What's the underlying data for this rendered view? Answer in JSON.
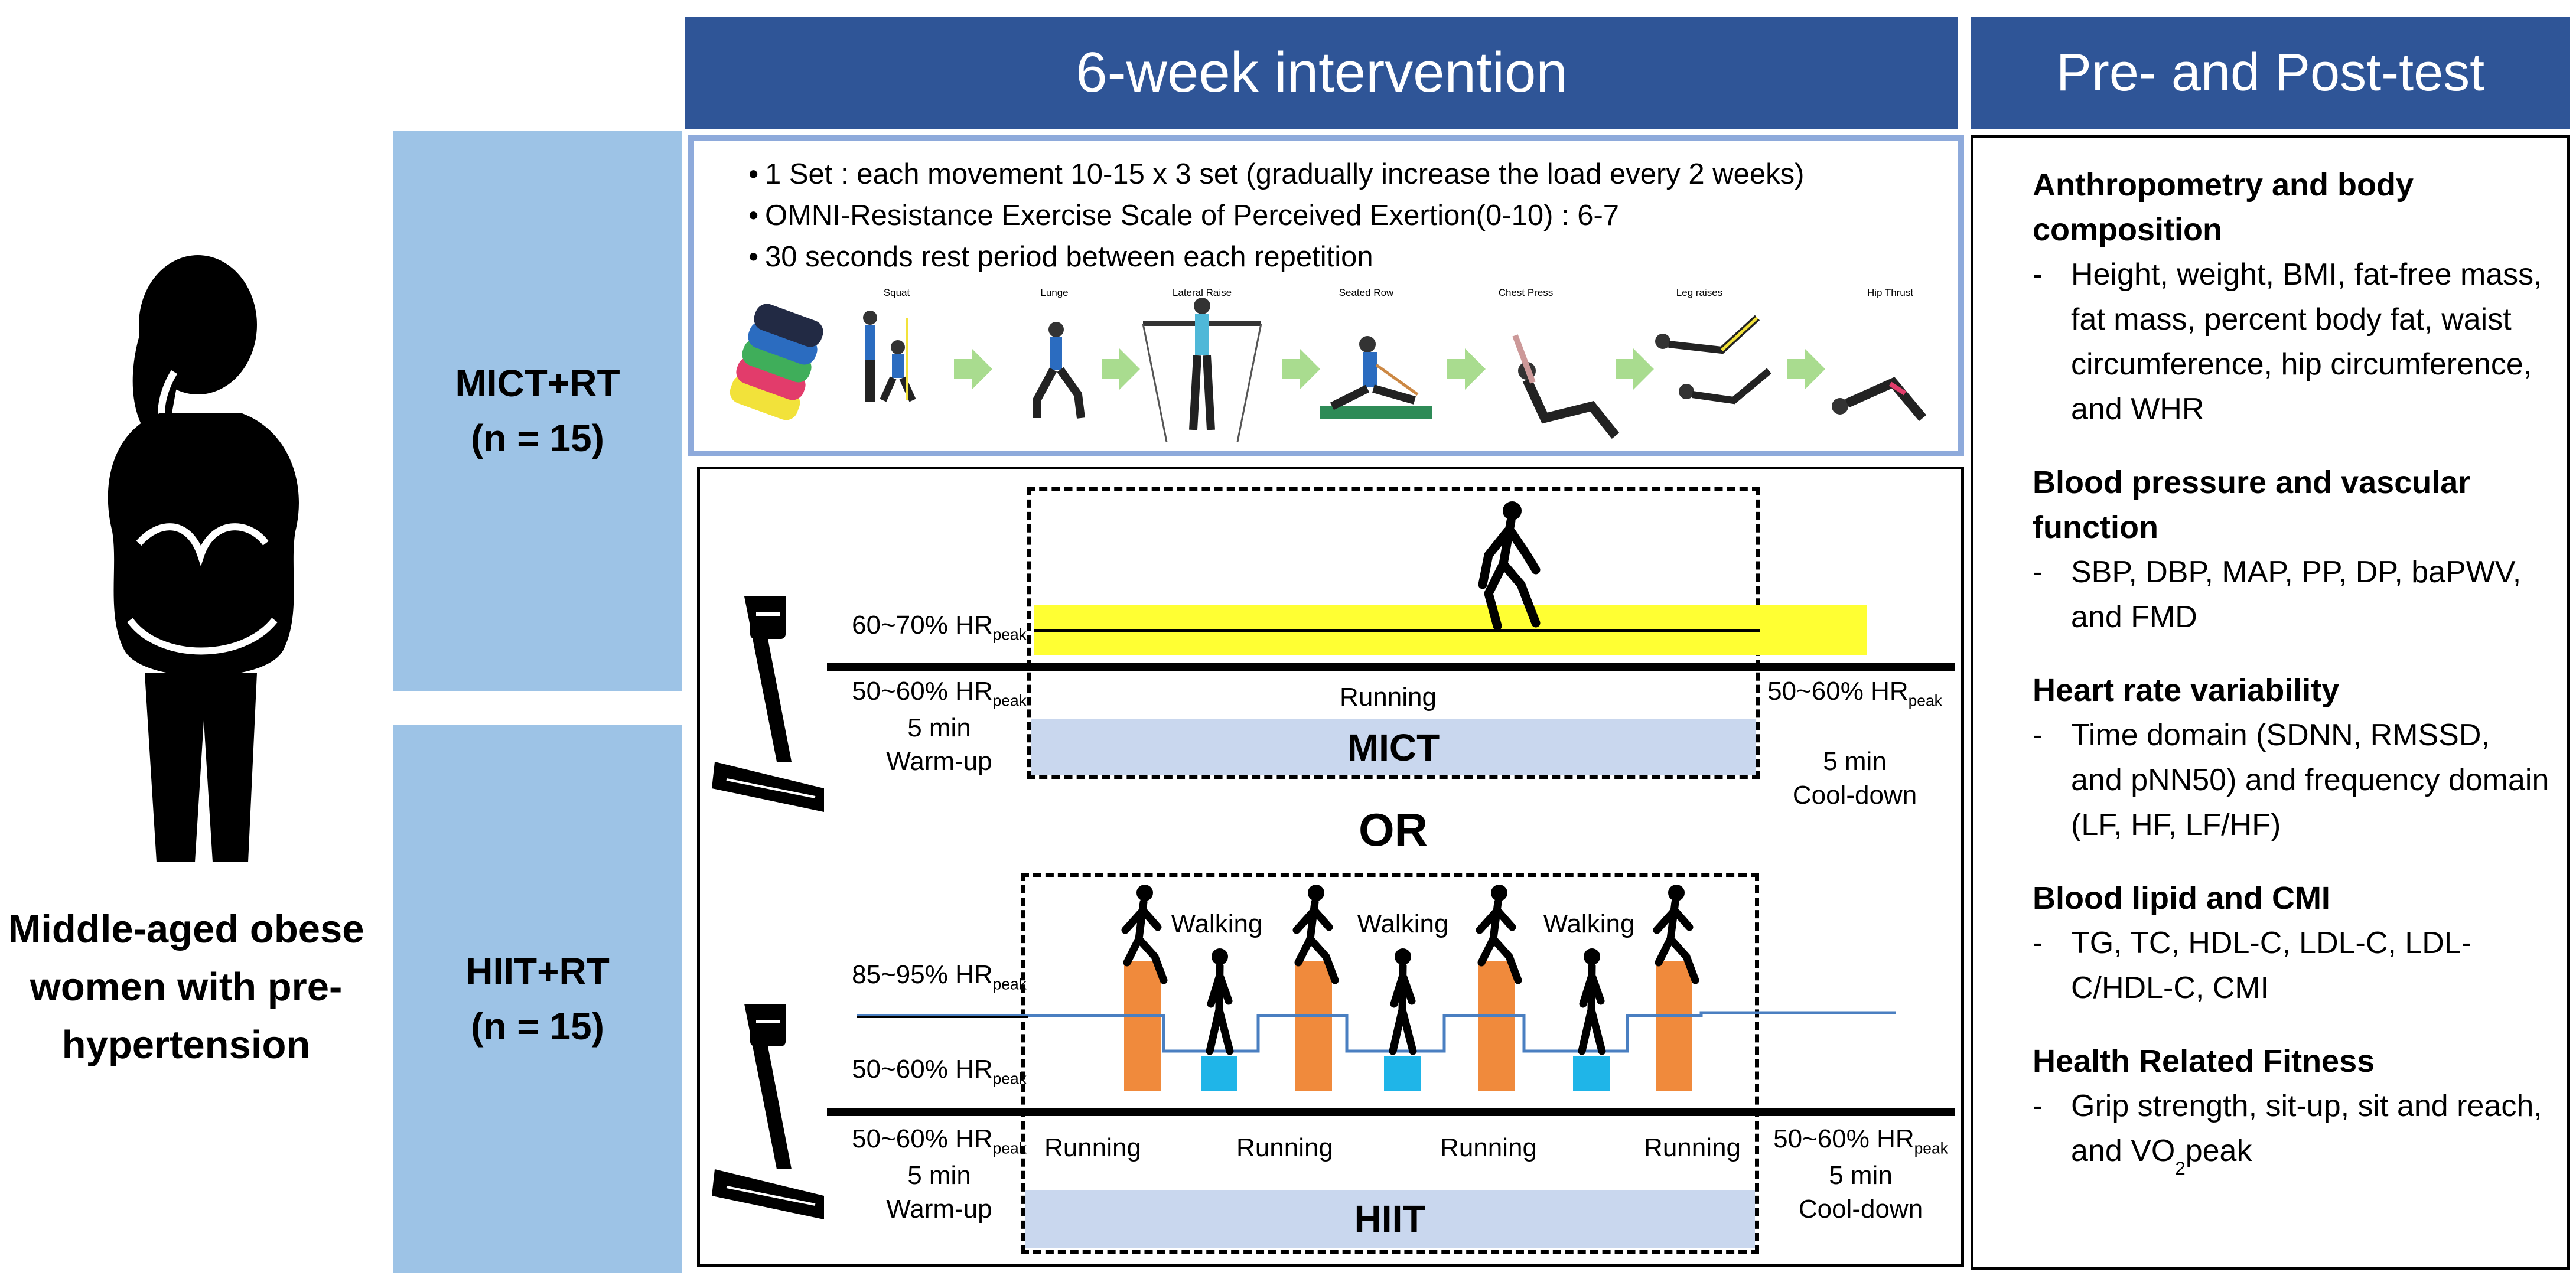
{
  "subject": {
    "label": "Middle-aged obese women with pre-hypertension"
  },
  "intervention": {
    "title": "6-week intervention",
    "groups": [
      {
        "name": "MICT+RT",
        "n": "(n = 15)"
      },
      {
        "name": "HIIT+RT",
        "n": "(n = 15)"
      }
    ],
    "resistance": {
      "bullets": [
        "1 Set : each movement 10-15 x 3 set (gradually increase the load every 2 weeks)",
        "OMNI-Resistance Exercise Scale of Perceived Exertion(0-10) : 6-7",
        "30 seconds rest period between each repetition"
      ],
      "exercises": [
        "Squat",
        "Lunge",
        "Lateral Raise",
        "Seated Row",
        "Chest Press",
        "Leg raises",
        "Hip Thrust"
      ]
    },
    "mict": {
      "intensity_high": "60~70% HR",
      "intensity_base": "50~60% HR",
      "sub": "peak",
      "warmup_time": "5 min",
      "warmup_label": "Warm-up",
      "running": "Running",
      "cooldown_intensity": "50~60% HR",
      "cooldown_time": "5 min",
      "cooldown_label": "Cool-down",
      "phase": "MICT"
    },
    "or_label": "OR",
    "hiit": {
      "intensity_high": "85~95% HR",
      "intensity_low": "50~60% HR",
      "intensity_base": "50~60% HR",
      "sub": "peak",
      "walking": "Walking",
      "running": "Running",
      "warmup_time": "5 min",
      "warmup_label": "Warm-up",
      "cooldown_intensity": "50~60% HR",
      "cooldown_time": "5 min",
      "cooldown_label": "Cool-down",
      "phase": "HIIT"
    }
  },
  "tests": {
    "title": "Pre- and Post-test",
    "sections": [
      {
        "heading": "Anthropometry and body composition",
        "body": "Height, weight, BMI, fat-free mass, fat mass, percent body fat, waist circumference, hip circumference, and WHR"
      },
      {
        "heading": "Blood pressure and vascular function",
        "body": "SBP, DBP, MAP, PP, DP, baPWV, and FMD"
      },
      {
        "heading": "Heart rate variability",
        "body": "Time domain (SDNN, RMSSD, and pNN50) and frequency domain (LF, HF, LF/HF)"
      },
      {
        "heading": "Blood lipid and CMI",
        "body": "TG, TC, HDL-C, LDL-C, LDL-C/HDL-C, CMI"
      },
      {
        "heading": "Health Related Fitness",
        "body_prefix": "Grip strength, sit-up, sit and reach, and VO",
        "body_sub": "2",
        "body_suffix": "peak"
      }
    ]
  },
  "colors": {
    "header_blue": "#2f5597",
    "group_blue": "#9dc3e6",
    "panel_border": "#8eaadb",
    "phase_fill": "#c9d7ee",
    "mict_band": "#ffff33",
    "run_bar": "#f08a3c",
    "walk_bar": "#1fb5e8",
    "hr_line": "#4a7fc1"
  }
}
